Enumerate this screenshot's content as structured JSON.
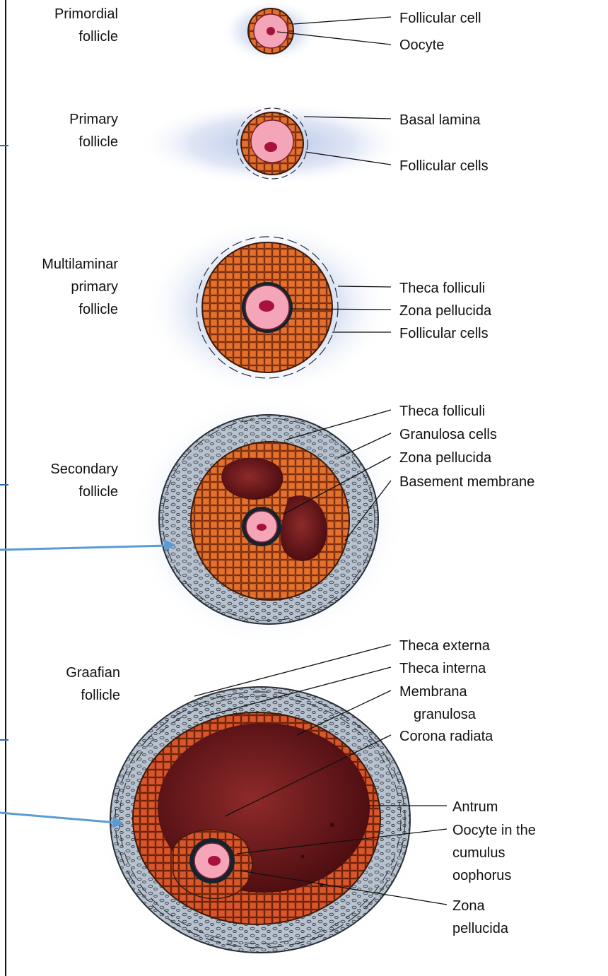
{
  "colors": {
    "pointer_arrow": "#5b9bd5",
    "follicle_cells": "#d9581f",
    "oocyte": "#f4a6b8",
    "antrum": "#7a1a1a",
    "theca": "#4a5560",
    "halo": "#b9c7e6"
  },
  "stages": [
    {
      "name": "Primordial\nfollicle",
      "labels": [
        "Follicular cell",
        "Oocyte"
      ]
    },
    {
      "name": "Primary\nfollicle",
      "labels": [
        "Basal lamina",
        "Follicular cells"
      ]
    },
    {
      "name": "Multilaminar\nprimary\nfollicle",
      "labels": [
        "Theca folliculi",
        "Zona pellucida",
        "Follicular cells"
      ]
    },
    {
      "name": "Secondary\nfollicle",
      "labels": [
        "Theca folliculi",
        "Granulosa cells",
        "Zona pellucida",
        "Basement membrane"
      ]
    },
    {
      "name": "Graafian\nfollicle",
      "labels": [
        "Theca externa",
        "Theca interna",
        "Membrana\ngranulosa",
        "Corona radiata",
        "Antrum",
        "Oocyte in the\ncumulus\noophorus",
        "Zona\npellucida"
      ]
    }
  ]
}
